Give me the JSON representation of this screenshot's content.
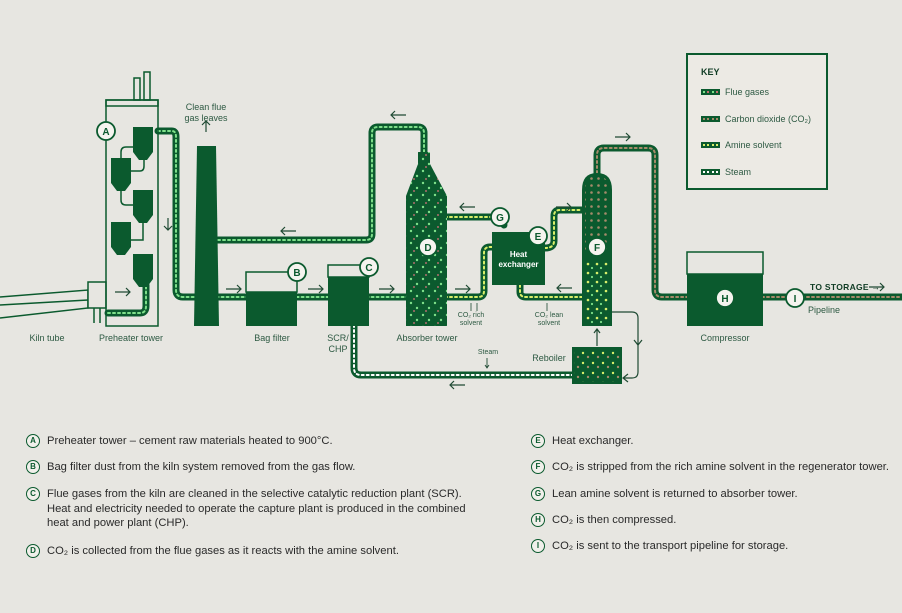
{
  "title": "Carbon capture process at a cement plant",
  "colors": {
    "background": "#e7e6e1",
    "equipment": "#0b5a2e",
    "flue_gas_dots": [
      "#7ee08a",
      "#b06d6d"
    ],
    "co2_dots": "#a58a6a",
    "amine_dots": "#d8ef6a",
    "steam_dots": "#ffffff"
  },
  "key": {
    "title": "KEY",
    "items": [
      {
        "label": "Flue gases",
        "dots": [
          "#7ee08a",
          "#c07070",
          "#7ee08a",
          "#c07070"
        ]
      },
      {
        "label": "Carbon dioxide (CO₂)",
        "dots": [
          "#a58a6a",
          "#a58a6a",
          "#a58a6a",
          "#a58a6a"
        ]
      },
      {
        "label": "Amine solvent",
        "dots": [
          "#d8ef6a",
          "#d8ef6a",
          "#d8ef6a",
          "#d8ef6a"
        ]
      },
      {
        "label": "Steam",
        "dots": [
          "#ffffff",
          "#ffffff",
          "#ffffff",
          "#ffffff"
        ]
      }
    ]
  },
  "diagram": {
    "labels": {
      "kiln_tube": "Kiln tube",
      "preheater_tower": "Preheater tower",
      "clean_flue_gas": "Clean flue gas leaves",
      "bag_filter": "Bag filter",
      "scr_chp": "SCR/ CHP",
      "absorber_tower": "Absorber tower",
      "co2_rich_solvent": "CO₂ rich solvent",
      "co2_lean_solvent": "CO₂ lean solvent",
      "heat_exchanger": "Heat exchanger",
      "steam": "Steam",
      "reboiler": "Reboiler",
      "compressor": "Compressor",
      "to_storage": "TO STORAGE →",
      "pipeline": "Pipeline"
    },
    "markers": {
      "A": "A",
      "B": "B",
      "C": "C",
      "D": "D",
      "E": "E",
      "F": "F",
      "G": "G",
      "H": "H",
      "I": "I"
    }
  },
  "notes": [
    {
      "letter": "A",
      "text": "Preheater tower – cement raw materials heated to 900°C."
    },
    {
      "letter": "B",
      "text": "Bag filter dust from the kiln system removed from the gas flow."
    },
    {
      "letter": "C",
      "text": "Flue gases from the kiln are cleaned in the selective catalytic reduction plant (SCR). Heat and electricity needed to operate the capture plant is produced in the combined heat and power plant (CHP)."
    },
    {
      "letter": "D",
      "text": "CO₂ is collected from the flue gases as it reacts with the amine solvent."
    },
    {
      "letter": "E",
      "text": "Heat exchanger."
    },
    {
      "letter": "F",
      "text": "CO₂ is stripped from the rich amine solvent in the regenerator tower."
    },
    {
      "letter": "G",
      "text": "Lean amine solvent is returned to absorber tower."
    },
    {
      "letter": "H",
      "text": "CO₂ is then compressed."
    },
    {
      "letter": "I",
      "text": "CO₂ is sent to the transport pipeline for storage."
    }
  ]
}
